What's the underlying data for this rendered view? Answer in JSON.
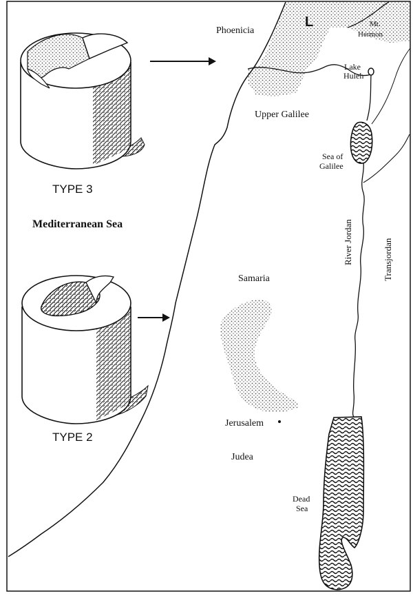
{
  "labels": {
    "region_L": "L",
    "mt_line1": "Mt.",
    "mt_line2": "Hermon",
    "phoenicia": "Phoenicia",
    "lake_huleh_1": "Lake",
    "lake_huleh_2": "Huleh",
    "upper_galilee": "Upper Galilee",
    "sea_galilee_1": "Sea of",
    "sea_galilee_2": "Galilee",
    "type3": "TYPE 3",
    "mediterranean": "Mediterranean Sea",
    "river_jordan": "River Jordan",
    "transjordan": "Transjordan",
    "samaria": "Samaria",
    "type2": "TYPE 2",
    "jerusalem": "Jerusalem",
    "judea": "Judea",
    "dead_sea_1": "Dead",
    "dead_sea_2": "Sea"
  },
  "colors": {
    "ink": "#111111",
    "paper": "#ffffff",
    "stipple": "#555555"
  }
}
